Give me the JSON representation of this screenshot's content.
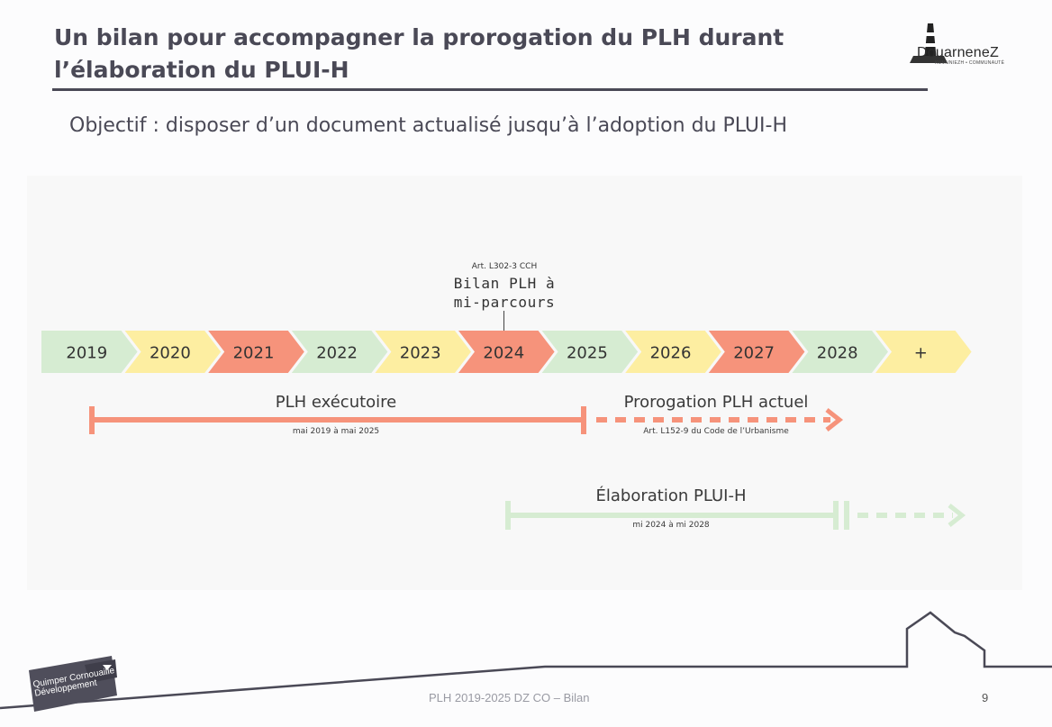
{
  "header": {
    "title": "Un bilan pour accompagner la prorogation du PLH durant l’élaboration du PLUI-H",
    "logo_name": "DouarneneZ",
    "logo_sub": "KUMUNIEZH • COMMUNAUTÉ"
  },
  "subtitle": "Objectif : disposer d’un document actualisé jusqu’à l’adoption du PLUI-H",
  "timeline": {
    "years": [
      {
        "label": "2019",
        "color": "#d6ecd2"
      },
      {
        "label": "2020",
        "color": "#fdeea1"
      },
      {
        "label": "2021",
        "color": "#f6937b"
      },
      {
        "label": "2022",
        "color": "#d6ecd2"
      },
      {
        "label": "2023",
        "color": "#fdeea1"
      },
      {
        "label": "2024",
        "color": "#f6937b"
      },
      {
        "label": "2025",
        "color": "#d6ecd2"
      },
      {
        "label": "2026",
        "color": "#fdeea1"
      },
      {
        "label": "2027",
        "color": "#f6937b"
      },
      {
        "label": "2028",
        "color": "#d6ecd2"
      },
      {
        "label": "+",
        "color": "#fdeea1"
      }
    ],
    "annotation": {
      "article": "Art. L302-3 CCH",
      "line1": "Bilan PLH à",
      "line2": "mi-parcours"
    },
    "bars": {
      "plh_label": "PLH exécutoire",
      "plh_dates": "mai 2019 à mai 2025",
      "prorogation_label": "Prorogation PLH actuel",
      "prorogation_ref": "Art. L152-9 du Code de l’Urbanisme",
      "pluih_label": "Élaboration PLUI-H",
      "pluih_dates": "mi 2024 à mi 2028"
    },
    "colors": {
      "red": "#f6937b",
      "green": "#d6ecd2"
    }
  },
  "footer": {
    "text": "PLH 2019-2025 DZ CO – Bilan",
    "page": "9",
    "logo_text": "Quimper Cornouaille Développement"
  }
}
